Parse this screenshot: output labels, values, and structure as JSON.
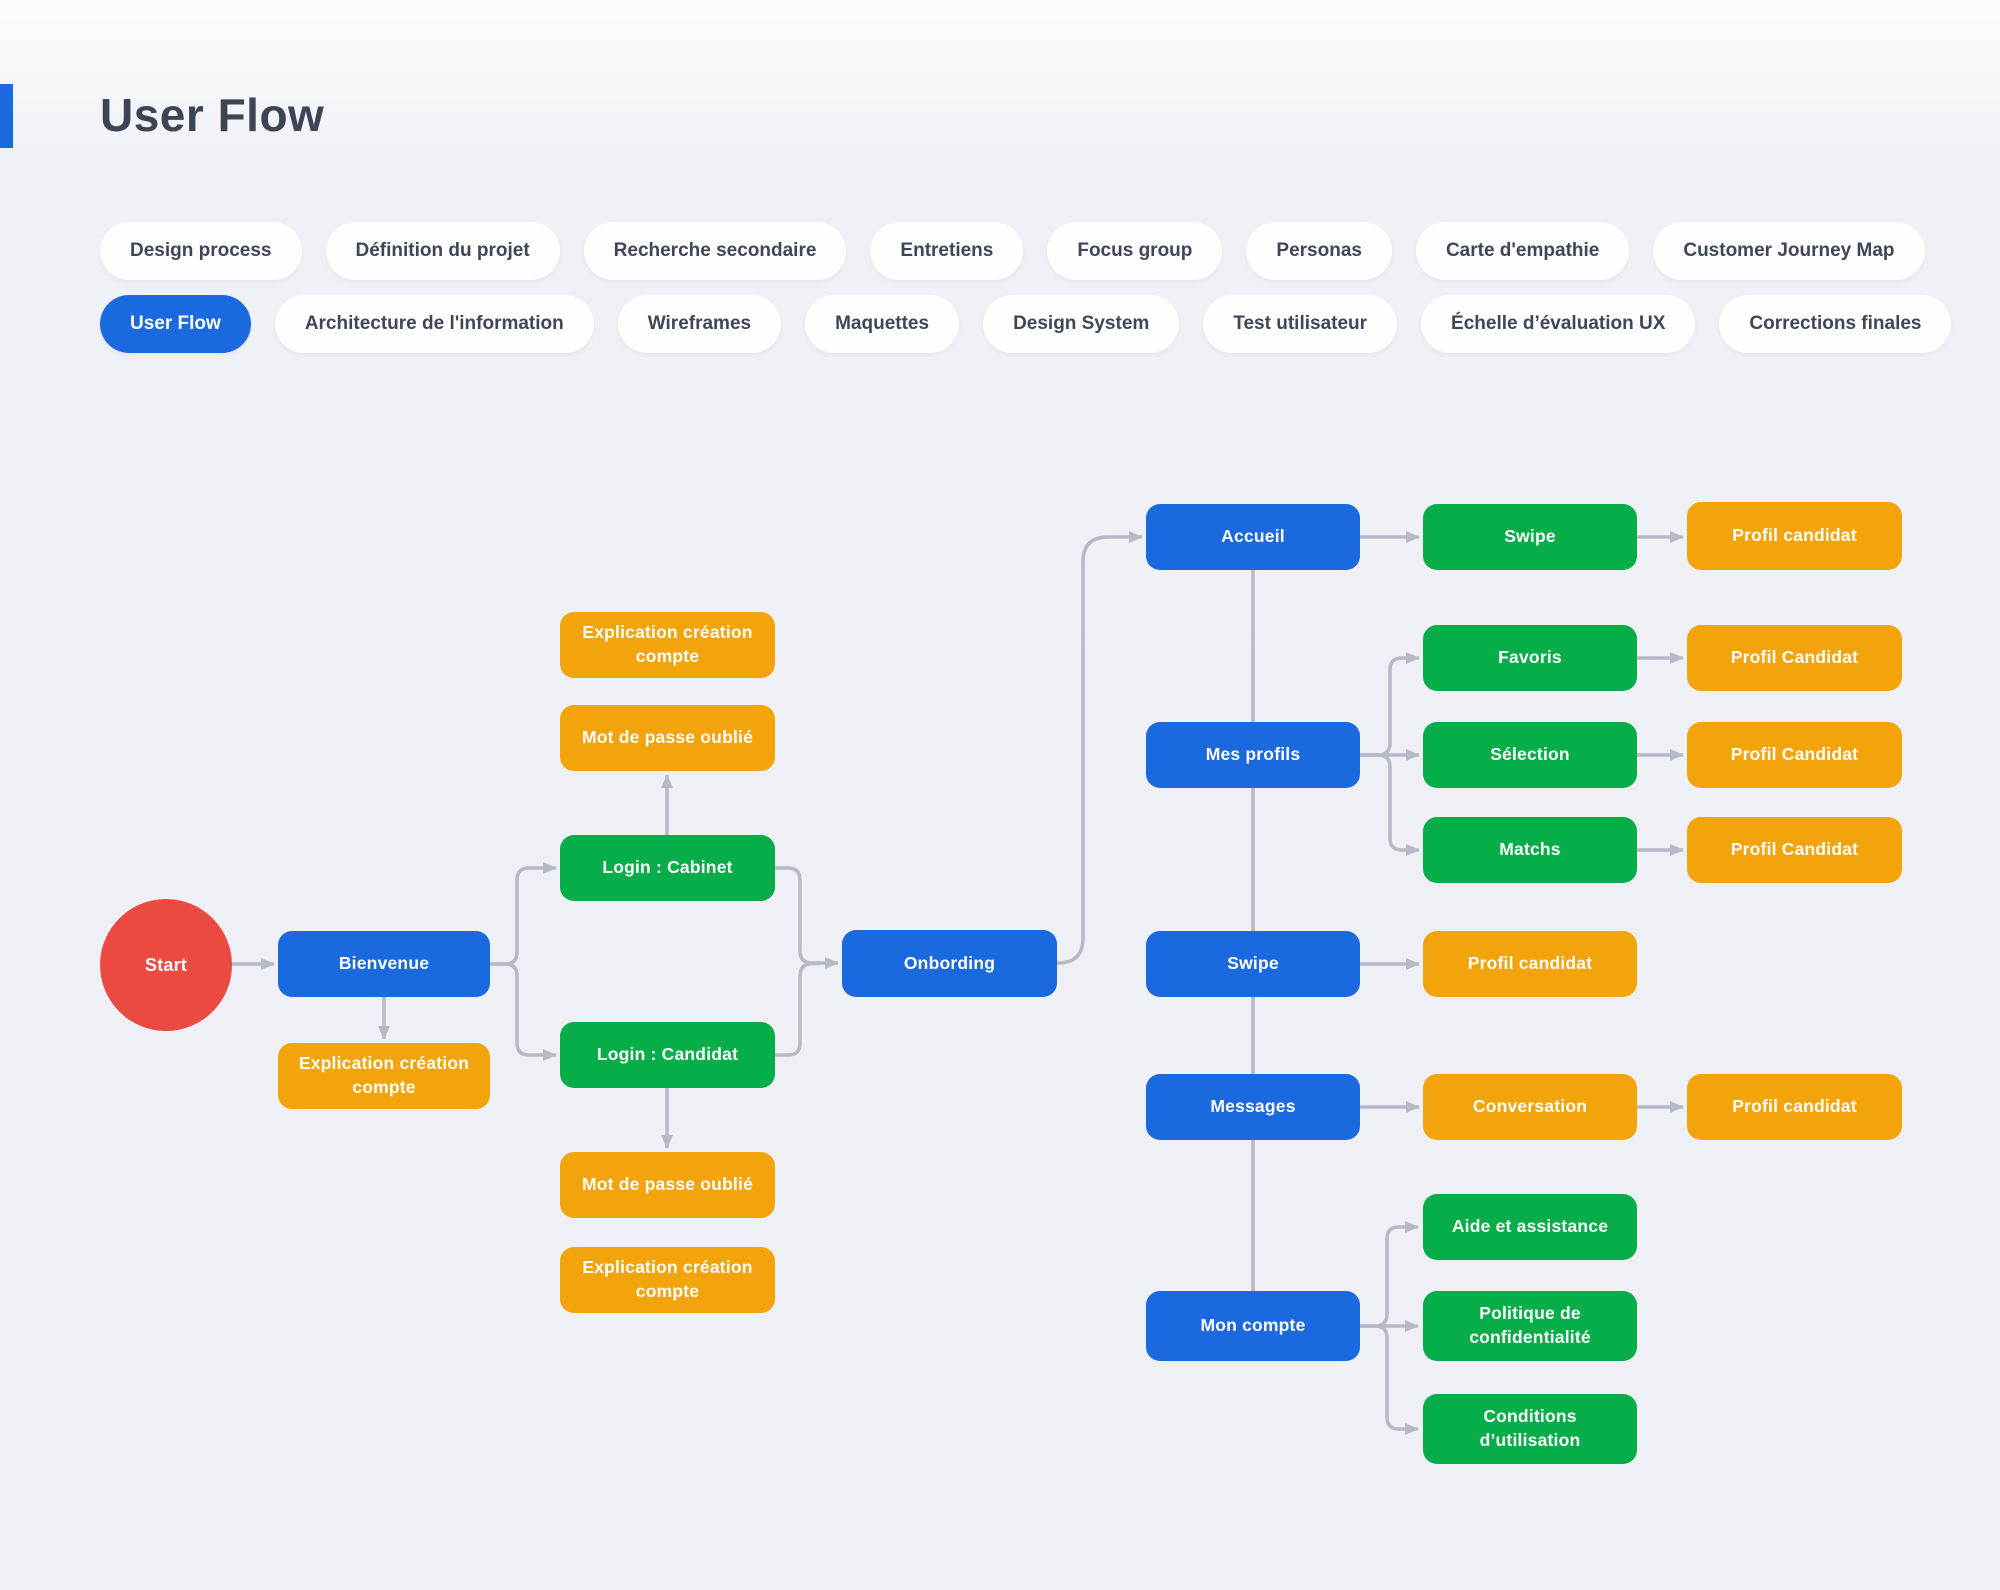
{
  "page": {
    "title": "User Flow"
  },
  "colors": {
    "blue": "#1b69de",
    "green": "#07ad49",
    "orange": "#f4a40b",
    "red": "#ea4a41",
    "connector": "#b6bac7"
  },
  "tabs": {
    "row1": [
      {
        "label": "Design process",
        "active": false
      },
      {
        "label": "Définition du projet",
        "active": false
      },
      {
        "label": "Recherche secondaire",
        "active": false
      },
      {
        "label": "Entretiens",
        "active": false
      },
      {
        "label": "Focus group",
        "active": false
      },
      {
        "label": "Personas",
        "active": false
      },
      {
        "label": "Carte d'empathie",
        "active": false
      },
      {
        "label": "Customer Journey Map",
        "active": false
      }
    ],
    "row2": [
      {
        "label": "User Flow",
        "active": true
      },
      {
        "label": "Architecture de l'information",
        "active": false
      },
      {
        "label": "Wireframes",
        "active": false
      },
      {
        "label": "Maquettes",
        "active": false
      },
      {
        "label": "Design System",
        "active": false
      },
      {
        "label": "Test utilisateur",
        "active": false
      },
      {
        "label": "Échelle d’évaluation UX",
        "active": false
      },
      {
        "label": "Corrections finales",
        "active": false
      }
    ]
  },
  "flow": {
    "nodes": [
      {
        "id": "start",
        "label": "Start",
        "type": "start"
      },
      {
        "id": "bienvenue",
        "label": "Bienvenue",
        "type": "screen"
      },
      {
        "id": "expl1",
        "label": "Explication création compte",
        "type": "info"
      },
      {
        "id": "explTop",
        "label": "Explication création compte",
        "type": "info"
      },
      {
        "id": "mdpTop",
        "label": "Mot de passe oublié",
        "type": "info"
      },
      {
        "id": "loginCabinet",
        "label": "Login : Cabinet",
        "type": "action"
      },
      {
        "id": "loginCandidat",
        "label": "Login : Candidat",
        "type": "action"
      },
      {
        "id": "mdpBottom",
        "label": "Mot de passe oublié",
        "type": "info"
      },
      {
        "id": "explBottom",
        "label": "Explication création compte",
        "type": "info"
      },
      {
        "id": "onbording",
        "label": "Onbording",
        "type": "screen"
      },
      {
        "id": "accueil",
        "label": "Accueil",
        "type": "screen"
      },
      {
        "id": "swipeGreen",
        "label": "Swipe",
        "type": "action"
      },
      {
        "id": "profilTop",
        "label": "Profil candidat",
        "type": "info"
      },
      {
        "id": "favoris",
        "label": "Favoris",
        "type": "action"
      },
      {
        "id": "mesprofils",
        "label": "Mes profils",
        "type": "screen"
      },
      {
        "id": "selection",
        "label": "Sélection",
        "type": "action"
      },
      {
        "id": "matchs",
        "label": "Matchs",
        "type": "action"
      },
      {
        "id": "profilC1",
        "label": "Profil Candidat",
        "type": "info"
      },
      {
        "id": "profilC2",
        "label": "Profil Candidat",
        "type": "info"
      },
      {
        "id": "profilC3",
        "label": "Profil Candidat",
        "type": "info"
      },
      {
        "id": "swipeBlue",
        "label": "Swipe",
        "type": "screen"
      },
      {
        "id": "profilSwipe",
        "label": "Profil candidat",
        "type": "info"
      },
      {
        "id": "messages",
        "label": "Messages",
        "type": "screen"
      },
      {
        "id": "conversation",
        "label": "Conversation",
        "type": "info"
      },
      {
        "id": "profilConv",
        "label": "Profil candidat",
        "type": "info"
      },
      {
        "id": "moncompte",
        "label": "Mon compte",
        "type": "screen"
      },
      {
        "id": "aide",
        "label": "Aide et assistance",
        "type": "action"
      },
      {
        "id": "politique",
        "label": "Politique de confidentialité",
        "type": "action"
      },
      {
        "id": "conditions",
        "label": "Conditions d’utilisation",
        "type": "action"
      }
    ]
  }
}
